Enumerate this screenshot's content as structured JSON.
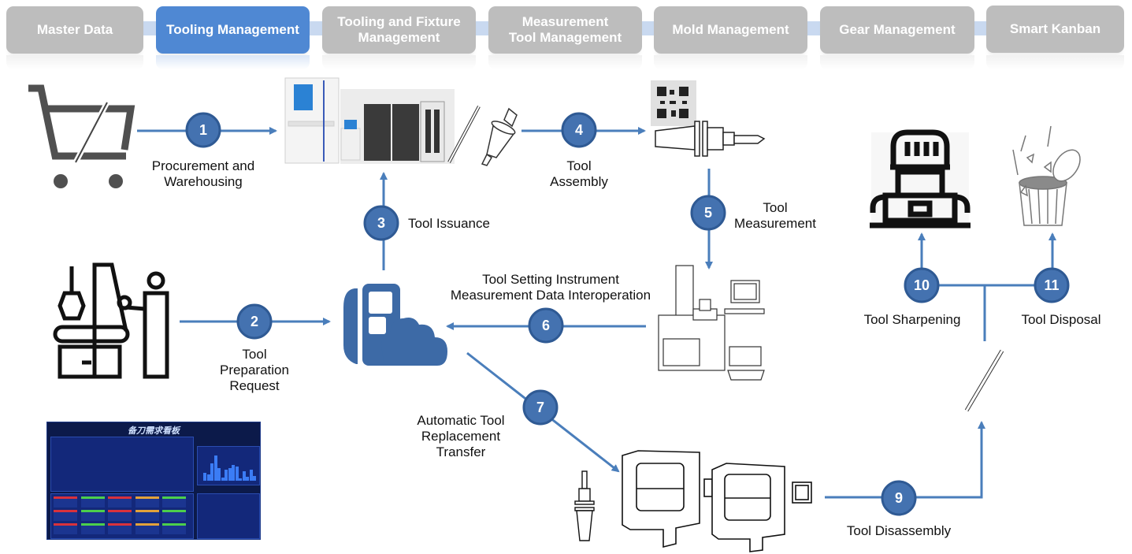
{
  "tabs": [
    {
      "label": "Master Data",
      "active": false
    },
    {
      "label": "Tooling Management",
      "active": true
    },
    {
      "label": "Tooling and Fixture Management",
      "active": false
    },
    {
      "label": "Measurement Tool Management",
      "active": false
    },
    {
      "label": "Mold Management",
      "active": false
    },
    {
      "label": "Gear Management",
      "active": false
    },
    {
      "label": "Smart Kanban",
      "active": false
    }
  ],
  "tab_labels": {
    "t0": "Master Data",
    "t1": "Tooling Management",
    "t2_line1": "Tooling and Fixture",
    "t2_line2": "Management",
    "t3_line1": "Measurement",
    "t3_line2": "Tool Management",
    "t4": "Mold Management",
    "t5": "Gear Management",
    "t6": "Smart Kanban"
  },
  "colors": {
    "accent": "#4f88d3",
    "tab_inactive": "#bdbdbd",
    "node_fill": "#4472b0",
    "connector": "#4a7ebb",
    "cloud": "#3d6aa6",
    "dashboard_bg": "#0c1a4a"
  },
  "steps": {
    "s1": {
      "num": "1",
      "line1": "Procurement and",
      "line2": "Warehousing"
    },
    "s2": {
      "num": "2",
      "line1": "Tool",
      "line2": "Preparation",
      "line3": "Request"
    },
    "s3": {
      "num": "3",
      "line1": "Tool Issuance"
    },
    "s4": {
      "num": "4",
      "line1": "Tool",
      "line2": "Assembly"
    },
    "s5": {
      "num": "5",
      "line1": "Tool",
      "line2": "Measurement"
    },
    "s6": {
      "num": "6",
      "line1": "Tool Setting Instrument",
      "line2": "Measurement Data Interoperation"
    },
    "s7": {
      "num": "7",
      "line1": "Automatic Tool",
      "line2": "Replacement",
      "line3": "Transfer"
    },
    "s9": {
      "num": "9",
      "line1": "Tool Disassembly"
    },
    "s10": {
      "num": "10",
      "line1": "Tool Sharpening"
    },
    "s11": {
      "num": "11",
      "line1": "Tool Disposal"
    }
  },
  "icons": {
    "cart": "shopping-cart-with-drill-icon",
    "warehouse": "smart-tool-cabinet-icon",
    "holder": "tool-holder-icon",
    "qr": "qr-code-tool-holder-icon",
    "presetter": "tool-setting-instrument-icon",
    "cloud": "cloud-server-icon",
    "worker": "worker-at-machine-icon",
    "cnc": "cnc-machines-icon",
    "drill": "drill-bit-icon",
    "sharpener": "sharpening-machine-icon",
    "trash": "disposal-bin-icon"
  },
  "dashboard": {
    "title": "备刀需求看板"
  }
}
